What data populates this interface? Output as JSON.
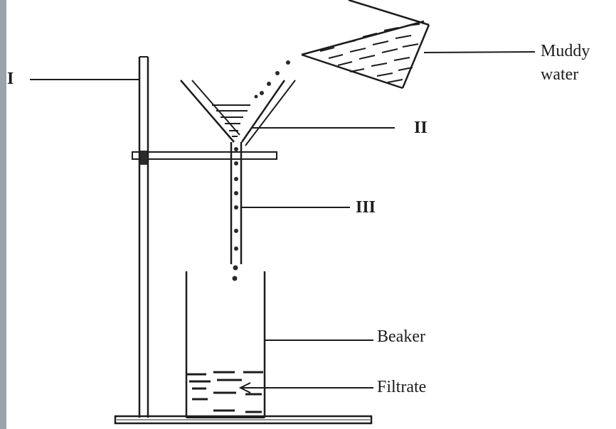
{
  "diagram": {
    "labels": {
      "stand": "I",
      "filter_paper": "II",
      "funnel_stem": "III",
      "muddy_water_line1": "Muddy",
      "muddy_water_line2": "water",
      "beaker": "Beaker",
      "filtrate": "Filtrate"
    },
    "colors": {
      "ink": "#1c1c1c",
      "left_edge": "#9aa4ad",
      "paper": "#ffffff"
    }
  }
}
